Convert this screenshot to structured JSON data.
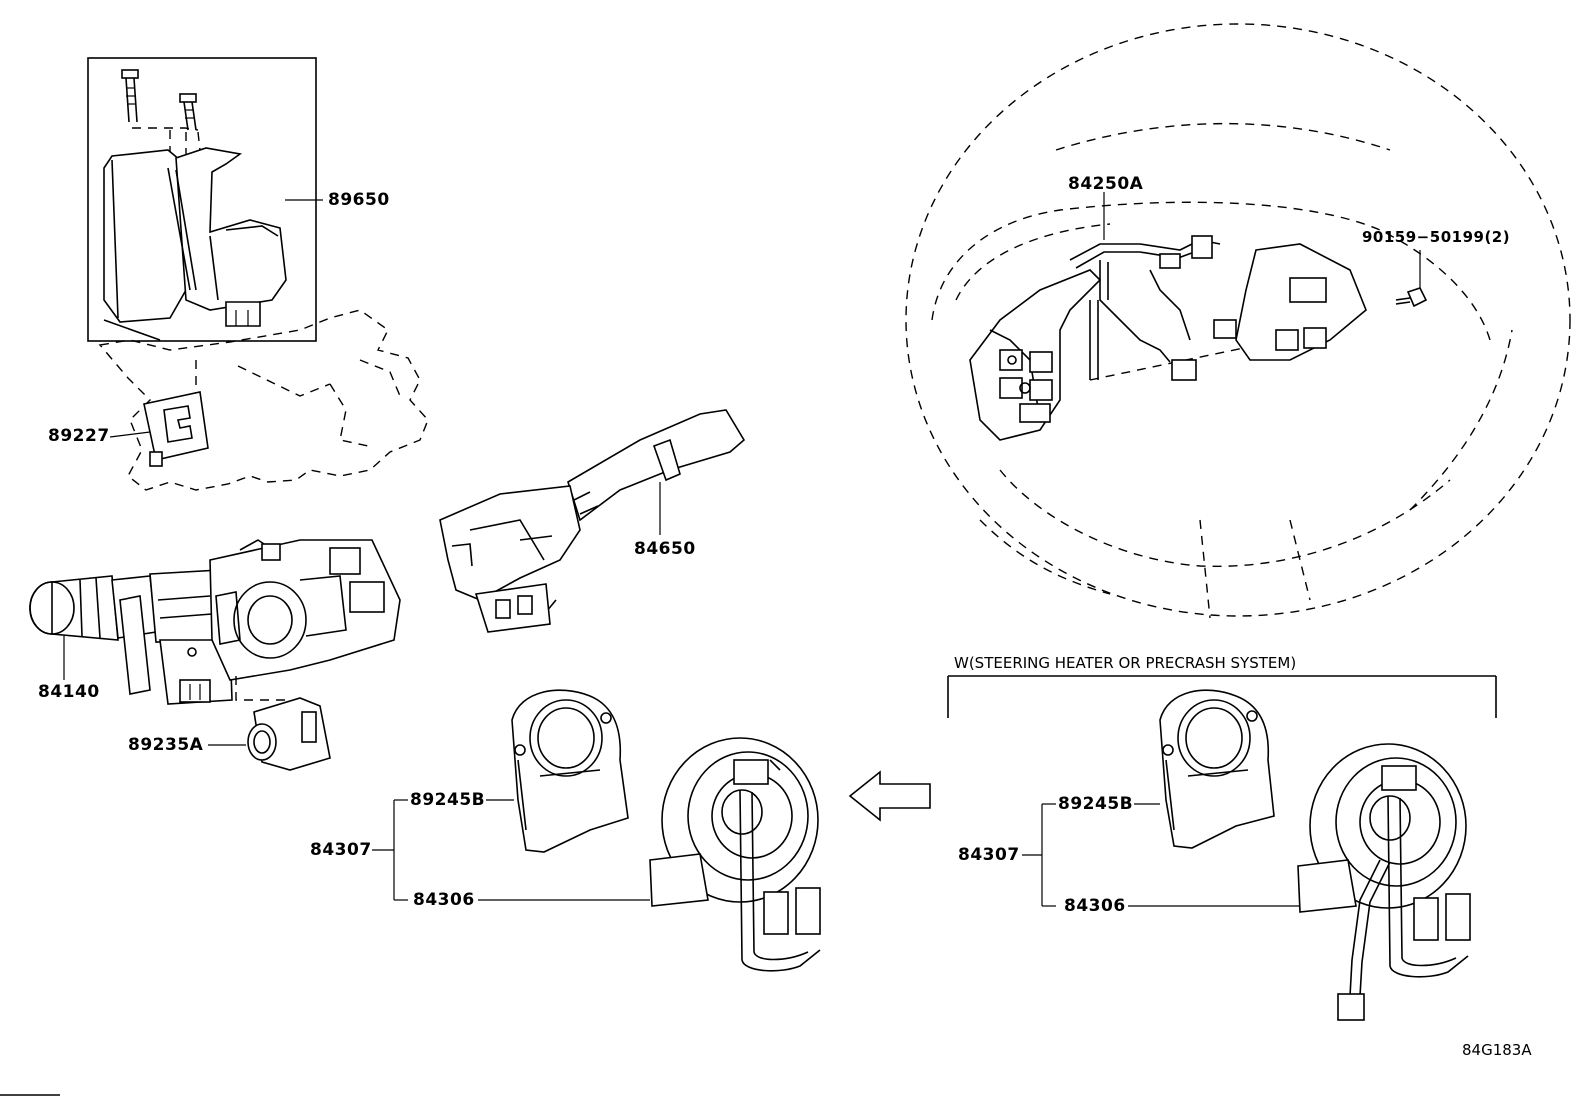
{
  "diagram": {
    "labels": {
      "p89650": "89650",
      "p89227": "89227",
      "p84140": "84140",
      "p89235A": "89235A",
      "p84650": "84650",
      "p84250A": "84250A",
      "p90159": "90159−50199(2)",
      "p89245B_left": "89245B",
      "p84307_left": "84307",
      "p84306_left": "84306",
      "p89245B_right": "89245B",
      "p84307_right": "84307",
      "p84306_right": "84306"
    },
    "variant_note": "W(STEERING HEATER OR PRECRASH SYSTEM)",
    "diagram_code": "84G183A"
  }
}
